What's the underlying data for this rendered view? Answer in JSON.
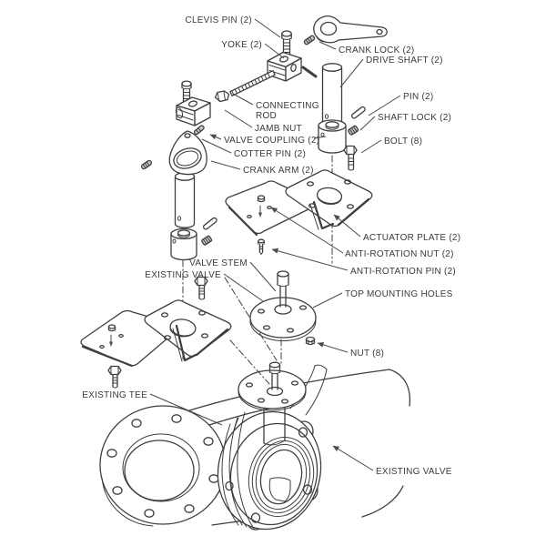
{
  "colors": {
    "background": "#ffffff",
    "line": "#3e3e3e",
    "text": "#3a3a3a"
  },
  "diagram": {
    "type": "exploded-assembly-diagram",
    "subject": "valve actuator linkage retrofit on existing tee and butterfly valve",
    "labels": {
      "clevis_pin": "CLEVIS PIN (2)",
      "yoke": "YOKE (2)",
      "crank_lock": "CRANK LOCK (2)",
      "drive_shaft": "DRIVE SHAFT (2)",
      "pin": "PIN (2)",
      "connecting_rod_line1": "CONNECTING",
      "connecting_rod_line2": "ROD",
      "jamb_nut": "JAMB NUT",
      "shaft_lock": "SHAFT LOCK (2)",
      "valve_coupling": "VALVE COUPLING (2)",
      "cotter_pin": "COTTER PIN (2)",
      "bolt": "BOLT (8)",
      "crank_arm": "CRANK ARM (2)",
      "actuator_plate": "ACTUATOR PLATE (2)",
      "anti_rotation_nut": "ANTI-ROTATION NUT (2)",
      "anti_rotation_pin": "ANTI-ROTATION PIN (2)",
      "valve_stem": "VALVE STEM",
      "existing_valve_upper": "EXISTING VALVE",
      "top_mounting_holes": "TOP MOUNTING HOLES",
      "nut": "NUT (8)",
      "existing_tee": "EXISTING TEE",
      "existing_valve_lower": "EXISTING VALVE"
    }
  }
}
